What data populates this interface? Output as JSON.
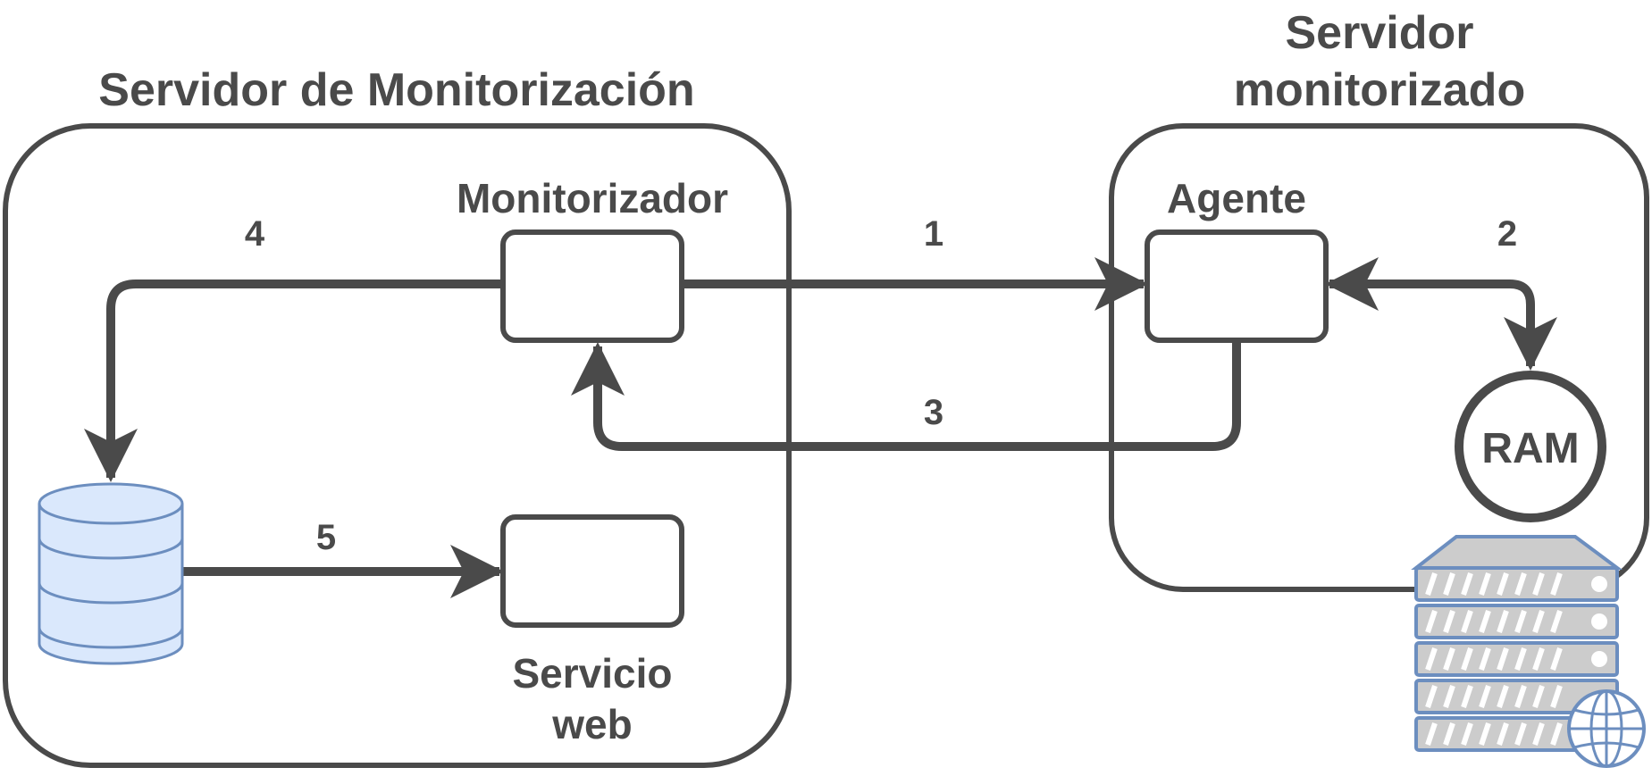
{
  "groups": {
    "monitoring_server": "Servidor de Monitorización",
    "monitored_server_line1": "Servidor",
    "monitored_server_line2": "monitorizado"
  },
  "nodes": {
    "monitor": "Monitorizador",
    "agent": "Agente",
    "web_service_line1": "Servicio",
    "web_service_line2": "web",
    "ram": "RAM"
  },
  "edges": {
    "step1": "1",
    "step2": "2",
    "step3": "3",
    "step4": "4",
    "step5": "5"
  },
  "colors": {
    "stroke": "#4a4a4a",
    "db_fill": "#dae8fc",
    "db_stroke": "#6c8ebf",
    "server_fill": "#cccccc",
    "server_stroke": "#6c8ebf"
  }
}
